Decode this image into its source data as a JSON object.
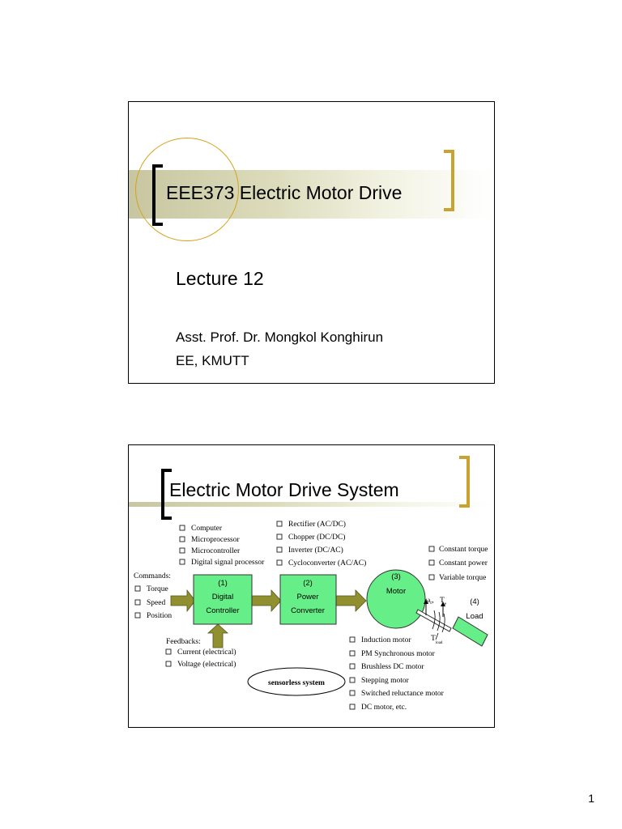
{
  "slide1": {
    "title": "EEE373 Electric Motor Drive",
    "lecture": "Lecture 12",
    "author": "Asst. Prof. Dr. Mongkol Konghirun",
    "affiliation": "EE, KMUTT"
  },
  "slide2": {
    "title": "Electric Motor Drive System",
    "controllers": [
      "Computer",
      "Microprocessor",
      "Microcontroller",
      "Digital signal processor"
    ],
    "converters": [
      "Rectifier (AC/DC)",
      "Chopper (DC/DC)",
      "Inverter (DC/AC)",
      "Cycloconverter (AC/AC)"
    ],
    "loads": [
      "Constant torque",
      "Constant power",
      "Variable torque"
    ],
    "commands_label": "Commands:",
    "commands": [
      "Torque",
      "Speed",
      "Position"
    ],
    "feedbacks_label": "Feedbacks:",
    "feedbacks": [
      "Current (electrical)",
      "Voltage (electrical)"
    ],
    "motors": [
      "Induction motor",
      "PM Synchronous motor",
      "Brushless DC motor",
      "Stepping motor",
      "Switched reluctance motor",
      "DC motor, etc."
    ],
    "block1": {
      "num": "(1)",
      "line1": "Digital",
      "line2": "Controller"
    },
    "block2": {
      "num": "(2)",
      "line1": "Power",
      "line2": "Converter"
    },
    "block3": {
      "num": "(3)",
      "line1": "Motor"
    },
    "block4": {
      "num": "(4)",
      "line1": "Load"
    },
    "omega": "ω",
    "omega_sub": "r",
    "tc": "T",
    "tc_sub": "e",
    "tload": "T",
    "tload_sub": "load",
    "sensorless": "sensorless system",
    "colors": {
      "block_fill": "#66ee88",
      "arrow_fill": "#909030",
      "accent_bracket": "#c9a230",
      "circle": "#d6a21a"
    }
  },
  "page_number": "1"
}
